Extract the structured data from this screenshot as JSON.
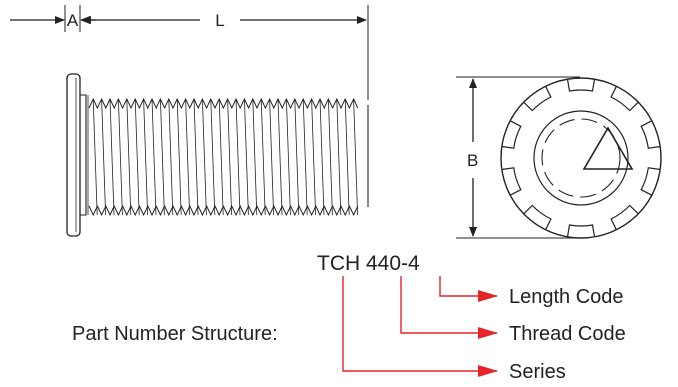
{
  "dimensions": {
    "a_label": "A",
    "l_label": "L",
    "b_label": "B"
  },
  "part_number": "TCH 440-4",
  "structure_label": "Part Number Structure:",
  "codes": [
    {
      "label": "Length Code"
    },
    {
      "label": "Thread Code"
    },
    {
      "label": "Series"
    }
  ],
  "colors": {
    "line": "#222222",
    "callout": "#e8232a"
  }
}
